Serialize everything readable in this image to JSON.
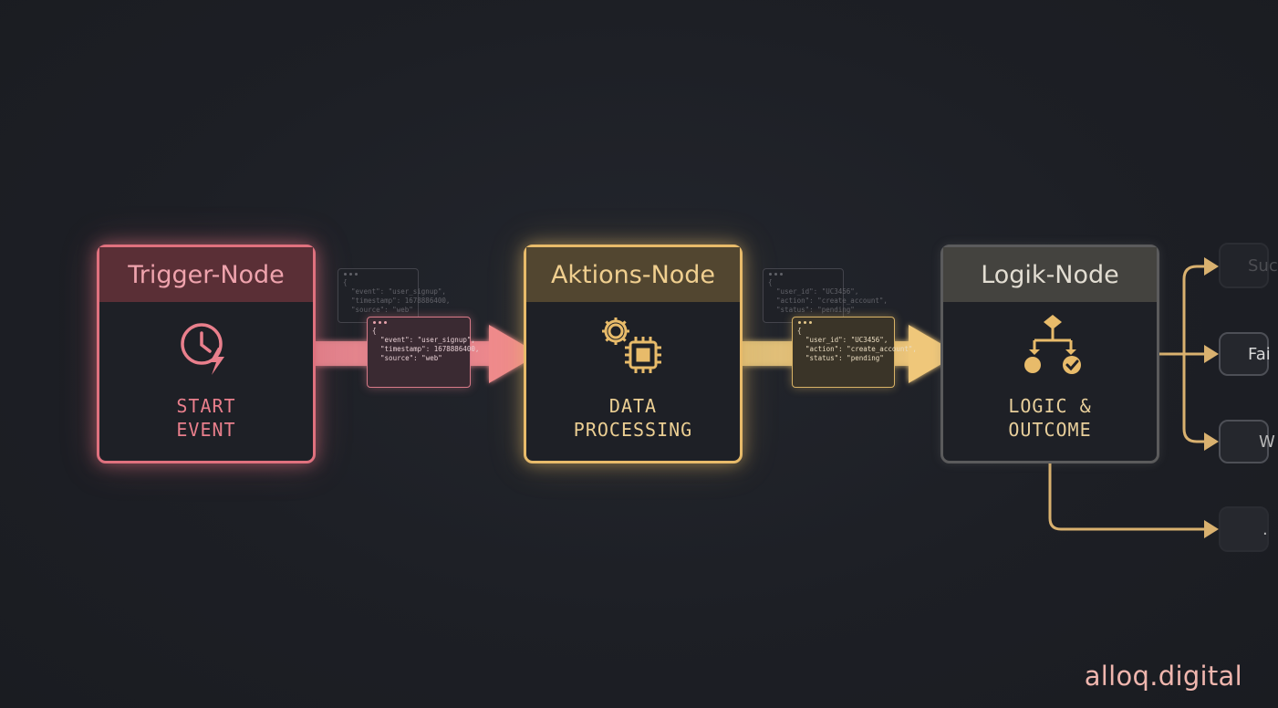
{
  "nodes": {
    "trigger": {
      "title": "Trigger-Node",
      "caption_line1": "START",
      "caption_line2": "EVENT",
      "icon": "clock-lightning-icon"
    },
    "action": {
      "title": "Aktions-Node",
      "caption_line1": "DATA",
      "caption_line2": "PROCESSING",
      "icon": "gear-chip-icon"
    },
    "logic": {
      "title": "Logik-Node",
      "caption_line1": "LOGIC &",
      "caption_line2": "OUTCOME",
      "icon": "decision-tree-icon"
    }
  },
  "payloads": {
    "trigger_faded": [
      "{",
      "  \"event\": \"user_signup\",",
      "  \"timestamp\": 1678886400,",
      "  \"source\": \"web\""
    ],
    "trigger_main": [
      "{",
      "  \"event\": \"user_signup\",",
      "  \"timestamp\": 1678886400,",
      "  \"source\": \"web\""
    ],
    "action_faded": [
      "{",
      "  \"user_id\": \"UC3456\",",
      "  \"action\": \"create_account\",",
      "  \"status\": \"pending\""
    ],
    "action_main": [
      "{",
      "  \"user_id\": \"UC3456\",",
      "  \"action\": \"create_account\",",
      "  \"status\": \"pending\""
    ]
  },
  "outcomes": [
    "Suc",
    "Fai",
    "W",
    "."
  ],
  "brand": "alloq.digital",
  "colors": {
    "trigger": "#e0717e",
    "action": "#e8bb6a",
    "logic": "#5b5b5c",
    "background": "#1d1f25"
  }
}
